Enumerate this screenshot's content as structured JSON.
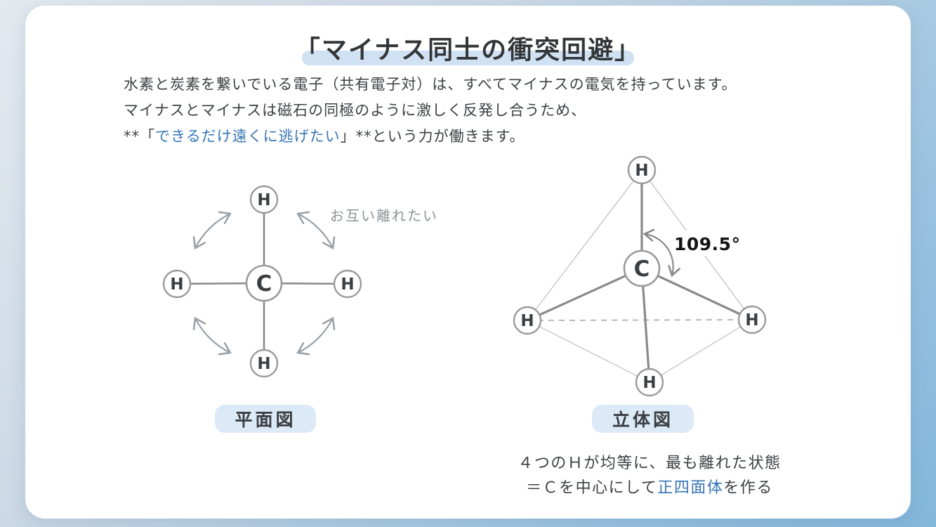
{
  "page": {
    "title": "「マイナス同士の衝突回避」"
  },
  "intro": {
    "line1": "水素と炭素を繋いでいる電子（共有電子対）は、すべてマイナスの電気を持っています。",
    "line2": "マイナスとマイナスは磁石の同極のように激しく反発し合うため、",
    "line3_prefix": "**「",
    "line3_emphasis": "できるだけ遠くに逃げたい",
    "line3_suffix": "」**という力が働きます。"
  },
  "planar_figure": {
    "caption": "平面図",
    "annotation": "お互い離れたい",
    "carbon_label": "C",
    "hydrogen_label": "H"
  },
  "tetrahedral_figure": {
    "caption": "立体図",
    "angle_label": "109.5°",
    "carbon_label": "C",
    "hydrogen_label": "H"
  },
  "footnote": {
    "line1": "４つのＨが均等に、最も離れた状態",
    "line2_prefix": "＝Ｃを中心にして",
    "line2_emphasis": "正四面体",
    "line2_suffix": "を作る"
  },
  "colors": {
    "emphasis_blue": "#3575b5",
    "title_highlight": "#cfe1f2",
    "caption_pill_bg": "#dce9f6",
    "diagram_gray": "#8a8a8a",
    "background_blue": "#84b8dc"
  }
}
